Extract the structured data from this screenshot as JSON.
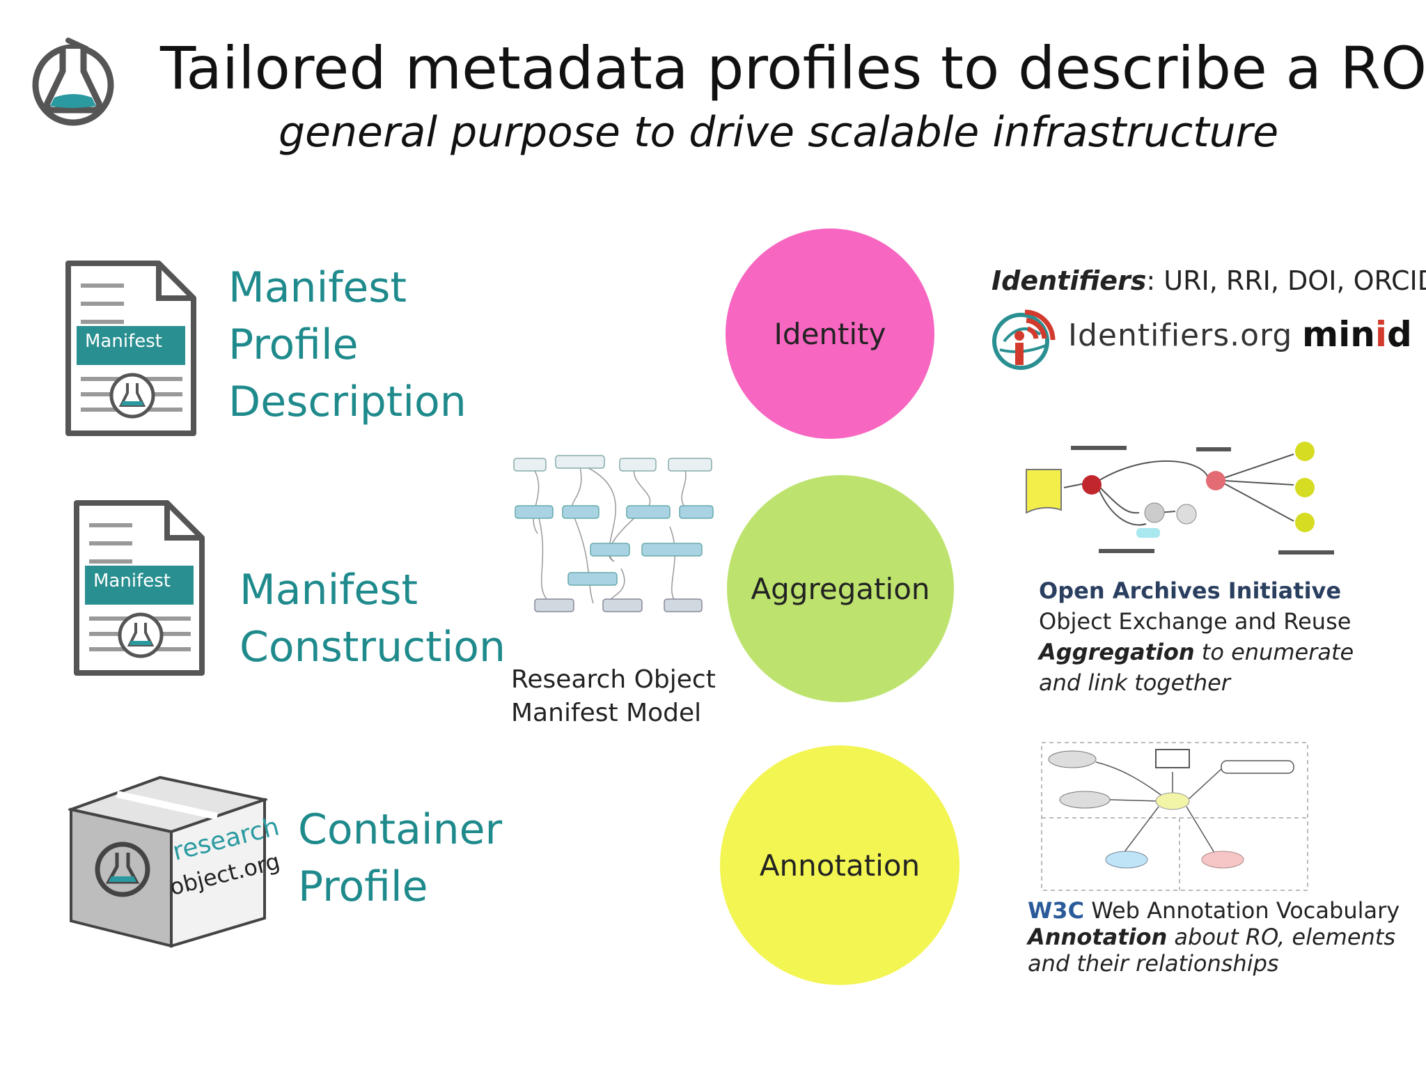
{
  "title": "Tailored metadata profiles to describe a RO",
  "subtitle": "general purpose to drive scalable infrastructure",
  "doc_label": "Manifest",
  "left": {
    "manifest_profile": [
      "Manifest",
      "Profile",
      "Description"
    ],
    "manifest_construction": [
      "Manifest",
      "Construction"
    ],
    "container_profile": [
      "Container",
      "Profile"
    ],
    "box_text": [
      "research",
      "object.org"
    ]
  },
  "middle": {
    "model_caption": [
      "Research Object",
      "Manifest Model"
    ]
  },
  "circles": {
    "identity": "Identity",
    "aggregation": "Aggregation",
    "annotation": "Annotation"
  },
  "right": {
    "identifiers_bold": "Identifiers",
    "identifiers_rest": ": URI, RRI, DOI, ORCID",
    "identifiers_org": "Identifiers.org",
    "minid_1": "min",
    "minid_2": "i",
    "minid_3": "d",
    "oai_title": "Open Archives Initiative",
    "oai_line2": "Object Exchange and Reuse",
    "oai_bold": "Aggregation",
    "oai_rest": " to enumerate",
    "oai_line4": "and link together",
    "w3c_logo": "W3C",
    "w3c_rest": " Web Annotation Vocabulary",
    "ann_bold": "Annotation",
    "ann_rest": " about RO, elements",
    "ann_line3": "and their relationships"
  },
  "colors": {
    "teal": "#1f8a8c",
    "identity": "#f766c0",
    "aggregation": "#bde36e",
    "annotation": "#f3f552",
    "identifiers_org_red": "#d13a2c"
  }
}
